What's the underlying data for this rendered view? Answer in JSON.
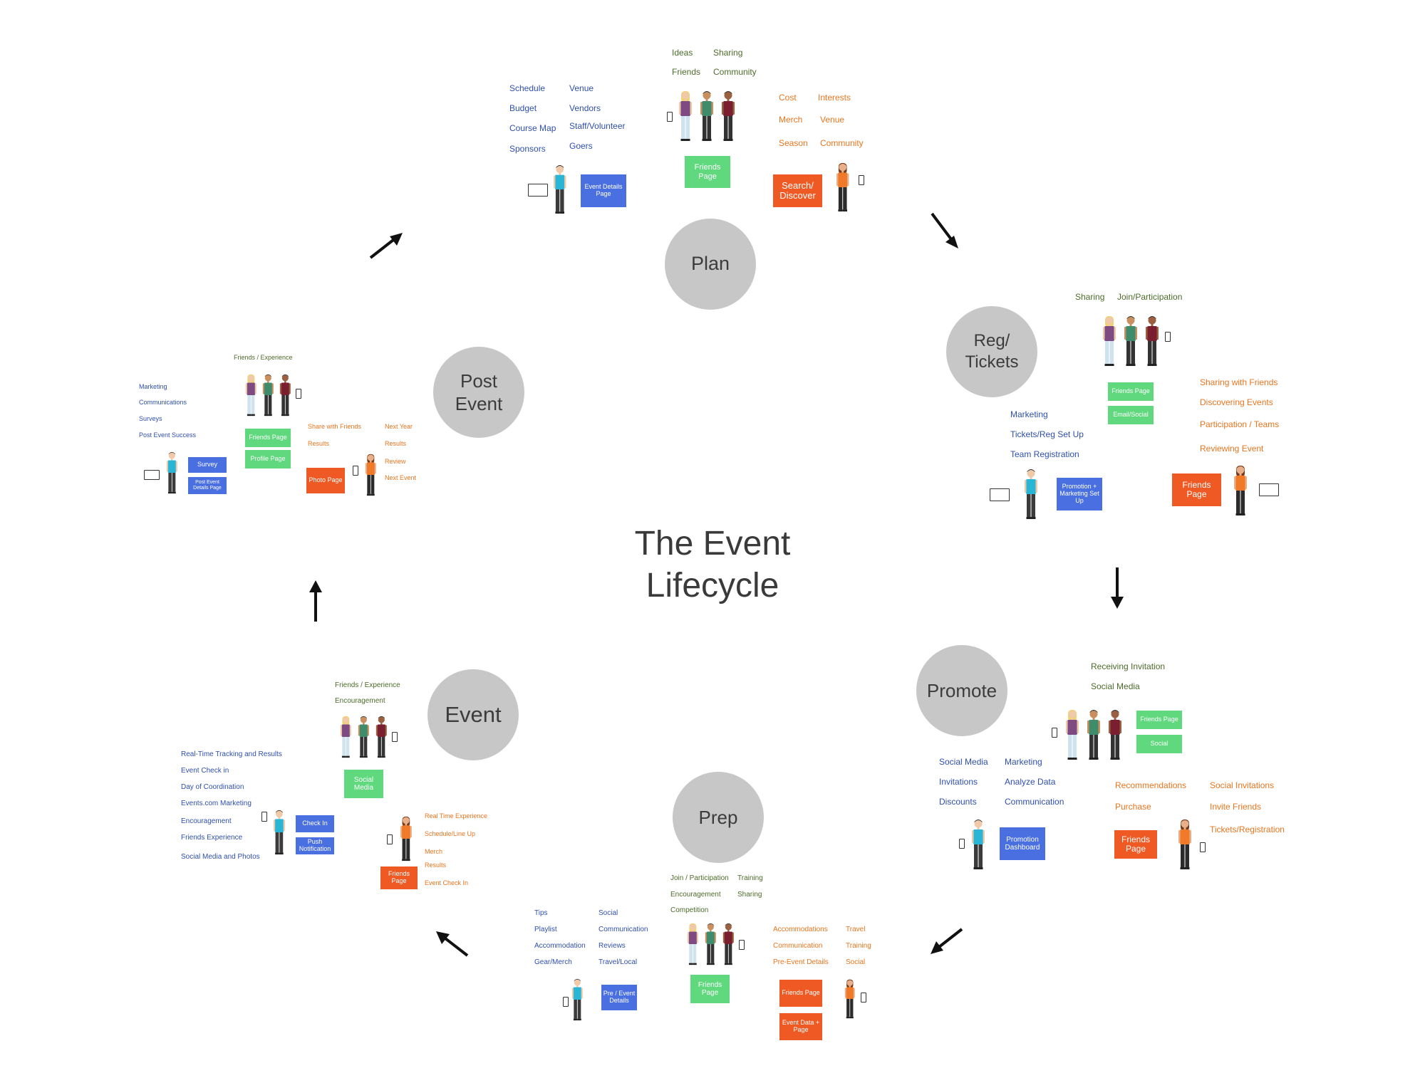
{
  "title": "The Event\nLifecycle",
  "phases": {
    "plan": "Plan",
    "reg": "Reg/\nTickets",
    "promote": "Promote",
    "prep": "Prep",
    "event": "Event",
    "post": "Post\nEvent"
  },
  "colors": {
    "organizer_text": "#2f4fae",
    "social_text": "#4c6b2a",
    "attendee_text": "#e8751f",
    "organizer_box": "#4a6fe0",
    "social_box": "#5fd87e",
    "attendee_box": "#ef5a24",
    "phase_circle": "#c8c7c7"
  },
  "plan": {
    "social": [
      "Ideas",
      "Sharing",
      "Friends",
      "Community"
    ],
    "organizer": [
      "Schedule",
      "Venue",
      "Budget",
      "Vendors",
      "Course Map",
      "Staff/Volunteer",
      "Sponsors",
      "Goers"
    ],
    "attendee": [
      "Cost",
      "Interests",
      "Merch",
      "Venue",
      "Season",
      "Community"
    ],
    "boxes": {
      "organizer": "Event Details Page",
      "social": "Friends Page",
      "attendee": "Search/ Discover"
    }
  },
  "reg": {
    "social": [
      "Sharing",
      "Join/Participation"
    ],
    "organizer": [
      "Marketing",
      "Tickets/Reg Set Up",
      "Team Registration"
    ],
    "attendee": [
      "Sharing with Friends",
      "Discovering Events",
      "Participation / Teams",
      "Reviewing Event"
    ],
    "boxes": {
      "social1": "Friends Page",
      "social2": "Email/Social",
      "organizer": "Promotion + Marketing Set Up",
      "attendee": "Friends Page"
    }
  },
  "promote": {
    "social": [
      "Receiving Invitation",
      "Social Media"
    ],
    "organizer": [
      "Social Media",
      "Marketing",
      "Invitations",
      "Analyze Data",
      "Discounts",
      "Communication"
    ],
    "attendee": [
      "Recommendations",
      "Social Invitations",
      "Purchase",
      "Invite Friends",
      "Tickets/Registration"
    ],
    "boxes": {
      "social1": "Friends Page",
      "social2": "Social",
      "organizer": "Promotion Dashboard",
      "attendee": "Friends Page"
    }
  },
  "prep": {
    "social": [
      "Join / Participation",
      "Training",
      "Encouragement",
      "Sharing",
      "Competition"
    ],
    "organizer": [
      "Tips",
      "Social",
      "Playlist",
      "Communication",
      "Accommodation",
      "Reviews",
      "Gear/Merch",
      "Travel/Local"
    ],
    "attendee": [
      "Accommodations",
      "Travel",
      "Communication",
      "Training",
      "Pre-Event Details",
      "Social"
    ],
    "boxes": {
      "organizer": "Pre / Event Details",
      "social": "Friends Page",
      "attendee1": "Friends Page",
      "attendee2": "Event Data + Page"
    }
  },
  "event": {
    "social": [
      "Friends / Experience",
      "Encouragement"
    ],
    "organizer": [
      "Real-Time Tracking and Results",
      "Event Check in",
      "Day of Coordination",
      "Events.com Marketing",
      "Encouragement",
      "Friends Experience",
      "Social Media and Photos"
    ],
    "attendee": [
      "Real Time Experience",
      "Schedule/Line Up",
      "Merch",
      "Results",
      "Event Check In"
    ],
    "boxes": {
      "social": "Social Media",
      "organizer1": "Check In",
      "organizer2": "Push Notification",
      "attendee": "Friends Page"
    }
  },
  "post": {
    "social": [
      "Friends / Experience"
    ],
    "organizer": [
      "Marketing",
      "Communications",
      "Surveys",
      "Post Event Success"
    ],
    "attendee": [
      "Share with Friends",
      "Next Year",
      "Results",
      "Results",
      "Review",
      "Next Event"
    ],
    "boxes": {
      "organizer1": "Survey",
      "organizer2": "Post Event Details Page",
      "social1": "Friends Page",
      "social2": "Profile Page",
      "attendee": "Photo Page"
    }
  }
}
